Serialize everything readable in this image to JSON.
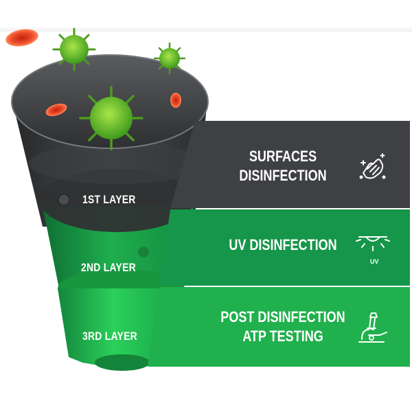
{
  "colors": {
    "dark_gray": "#3e4043",
    "mid_green": "#16964a",
    "bright_green": "#20b04d",
    "virus_green": "#6cc72b",
    "blood_red": "#e0331d"
  },
  "layers": [
    {
      "label": "1ST LAYER"
    },
    {
      "label": "2ND LAYER"
    },
    {
      "label": "3RD LAYER"
    }
  ],
  "panels": [
    {
      "text": "SURFACES\nDISINFECTION",
      "icon": "hand-sanitizing-icon"
    },
    {
      "text": "UV DISINFECTION",
      "icon": "uv-lamp-icon",
      "icon_caption": "UV"
    },
    {
      "text": "POST DISINFECTION\nATP TESTING",
      "icon": "microscope-icon"
    }
  ]
}
